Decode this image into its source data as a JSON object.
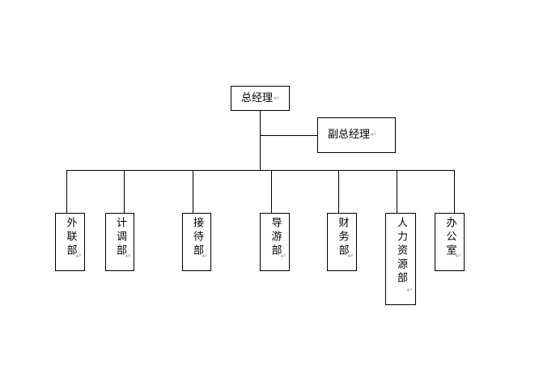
{
  "diagram": {
    "root": {
      "label": "总经理",
      "para_mark": "↵"
    },
    "deputy": {
      "label": "副总经理",
      "para_mark": "↵"
    },
    "departments": [
      {
        "label": "外联部",
        "para_mark": "↵"
      },
      {
        "label": "计调部",
        "para_mark": "↵"
      },
      {
        "label": "接待部",
        "para_mark": "↵"
      },
      {
        "label": "导游部",
        "para_mark": "↵"
      },
      {
        "label": "财务部",
        "para_mark": "↵"
      },
      {
        "label": "人力资源部",
        "para_mark": "↵"
      },
      {
        "label": "办公室",
        "para_mark": "↵"
      }
    ]
  }
}
